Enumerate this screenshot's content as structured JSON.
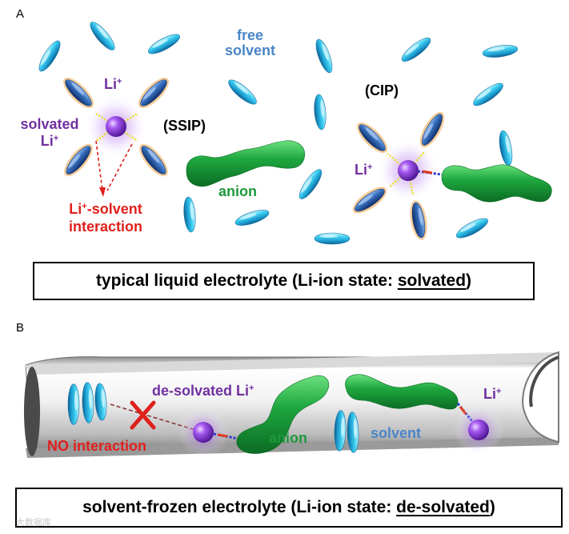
{
  "panel_a": {
    "label": "A",
    "free_solvent": [
      "free",
      "solvent"
    ],
    "li_top": "Li",
    "solvated_line1": "solvated",
    "solvated_line2": "Li",
    "ion_sup": "+",
    "ssip": "(SSIP)",
    "cip": "(CIP)",
    "li_cip": "Li",
    "anion": "anion",
    "interaction_line1_rest": "-solvent",
    "interaction_line2": "interaction",
    "caption_prefix": "typical liquid electrolyte (Li-ion state: ",
    "caption_state": "solvated",
    "caption_suffix": ")"
  },
  "panel_b": {
    "label": "B",
    "desolvated_prefix": "de-solvated Li",
    "li_right": "Li",
    "no_interaction": "NO interaction",
    "anion": "anion",
    "solvent": "solvent",
    "caption_prefix": "solvent-frozen electrolyte (Li-ion state: ",
    "caption_state": "de-solvated",
    "caption_suffix": ")"
  },
  "watermark": "大数据库",
  "colors": {
    "purple_text": "#7030a0",
    "red_text": "#e0201c",
    "green_text": "#1d9a3c",
    "blue_text": "#4a86c6",
    "solvent_light": "#3cc4e8",
    "solvent_dark": "#2a6ab3",
    "anion_green": "#1ea83f",
    "li_purple": "#8a3fe0"
  }
}
